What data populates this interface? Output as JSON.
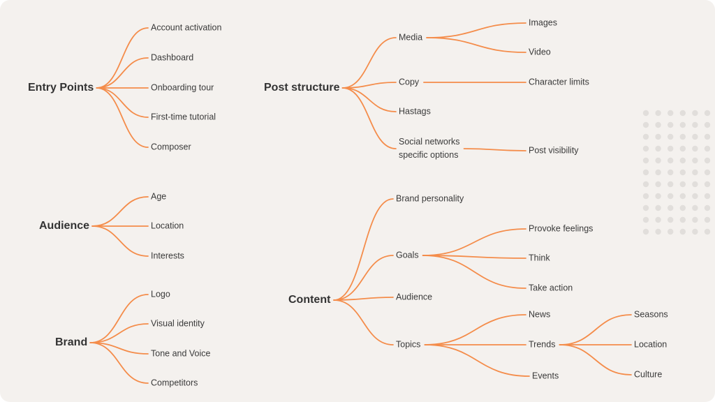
{
  "colors": {
    "background": "#f4f1ee",
    "line": "#f48c4a",
    "text": "#333333",
    "dots": "#e1dedb"
  },
  "maps": [
    {
      "root": "Entry Points",
      "branches": [
        {
          "label": "Account activation"
        },
        {
          "label": "Dashboard"
        },
        {
          "label": "Onboarding tour"
        },
        {
          "label": "First-time tutorial"
        },
        {
          "label": "Composer"
        }
      ]
    },
    {
      "root": "Audience",
      "branches": [
        {
          "label": "Age"
        },
        {
          "label": "Location"
        },
        {
          "label": "Interests"
        }
      ]
    },
    {
      "root": "Brand",
      "branches": [
        {
          "label": "Logo"
        },
        {
          "label": "Visual identity"
        },
        {
          "label": "Tone and Voice"
        },
        {
          "label": "Competitors"
        }
      ]
    },
    {
      "root": "Post structure",
      "branches": [
        {
          "label": "Media",
          "children": [
            {
              "label": "Images"
            },
            {
              "label": "Video"
            }
          ]
        },
        {
          "label": "Copy",
          "children": [
            {
              "label": "Character limits"
            }
          ]
        },
        {
          "label": "Hastags"
        },
        {
          "label": "Social networks specific options",
          "lines": [
            "Social networks",
            "specific options"
          ],
          "children": [
            {
              "label": "Post visibility"
            }
          ]
        }
      ]
    },
    {
      "root": "Content",
      "branches": [
        {
          "label": "Brand personality"
        },
        {
          "label": "Goals",
          "children": [
            {
              "label": "Provoke feelings"
            },
            {
              "label": "Think"
            },
            {
              "label": "Take action"
            }
          ]
        },
        {
          "label": "Audience"
        },
        {
          "label": "Topics",
          "children": [
            {
              "label": "News"
            },
            {
              "label": "Trends",
              "children": [
                {
                  "label": "Seasons"
                },
                {
                  "label": "Location"
                },
                {
                  "label": "Culture"
                }
              ]
            },
            {
              "label": "Events"
            }
          ]
        }
      ]
    }
  ]
}
